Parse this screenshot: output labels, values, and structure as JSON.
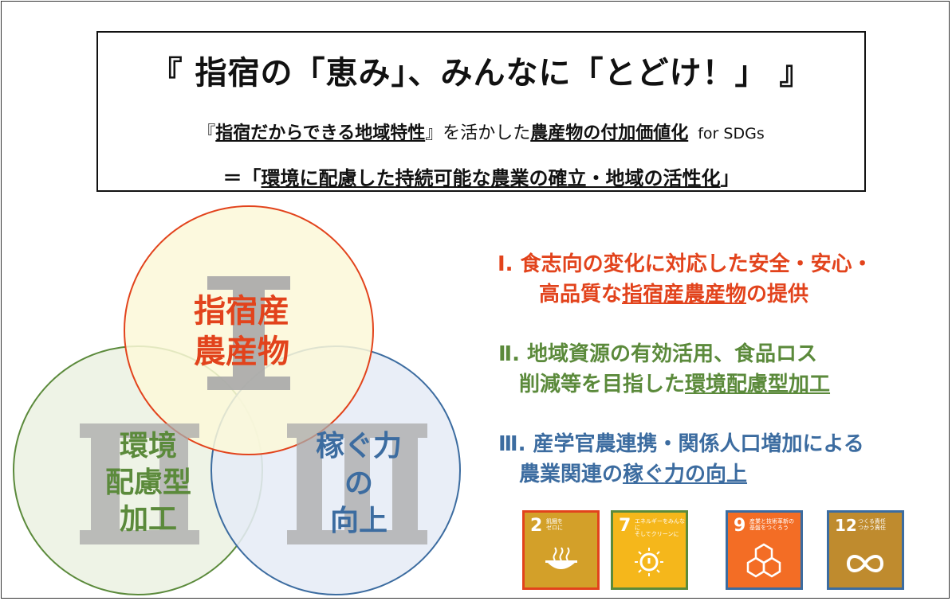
{
  "title": "『 指宿の「恵み」、みんなに「とどけ！」 』",
  "subtitle1": {
    "open": "『",
    "u1": "指宿だからできる地域特性",
    "mid": "』を活かした",
    "u2": "農産物の付加価値化",
    "suffix": "for SDGs"
  },
  "subtitle2": {
    "prefix": "＝「",
    "u": "環境に配慮した持続可能な農業の確立・地域の活性化",
    "suffix": "」"
  },
  "venn": {
    "circles": [
      {
        "numeral": "I",
        "lines": [
          "指宿産",
          "農産物"
        ],
        "color": "#e2431c",
        "fill": "#fbf8d8"
      },
      {
        "numeral": "II",
        "lines": [
          "環境",
          "配慮型",
          "加工"
        ],
        "color": "#5b8a3b",
        "fill": "#eef3e6"
      },
      {
        "numeral": "III",
        "lines": [
          "稼ぐ力",
          "の",
          "向上"
        ],
        "color": "#3c6ca0",
        "fill": "#e6ecf6"
      }
    ]
  },
  "goals": [
    {
      "line1": "Ⅰ. 食志向の変化に対応した安全・安心・",
      "line2_pre": "高品質な",
      "line2_u": "指宿産農産物",
      "line2_post": "の提供",
      "color": "#e2431c"
    },
    {
      "line1": "Ⅱ. 地域資源の有効活用、食品ロス",
      "line2_pre": "削減等を目指した",
      "line2_u": "環境配慮型加工",
      "line2_post": "",
      "color": "#5b8a3b"
    },
    {
      "line1": "Ⅲ. 産学官農連携・関係人口増加による",
      "line2_pre": "農業関連の",
      "line2_u": "稼ぐ力の向上",
      "line2_post": "",
      "color": "#3c6ca0"
    }
  ],
  "sdg_tiles": [
    {
      "num": "2",
      "label": "飢餓を\nゼロに",
      "color": "#d3a029",
      "icon": "bowl-icon"
    },
    {
      "num": "7",
      "label": "エネルギーをみんなに\nそしてクリーンに",
      "color": "#f5b71b",
      "icon": "sun-icon"
    },
    {
      "num": "9",
      "label": "産業と技術革新の\n基盤をつくろう",
      "color": "#f36d25",
      "icon": "cubes-icon"
    },
    {
      "num": "12",
      "label": "つくる責任\nつかう責任",
      "color": "#bf8b2e",
      "icon": "infinity-icon"
    }
  ]
}
